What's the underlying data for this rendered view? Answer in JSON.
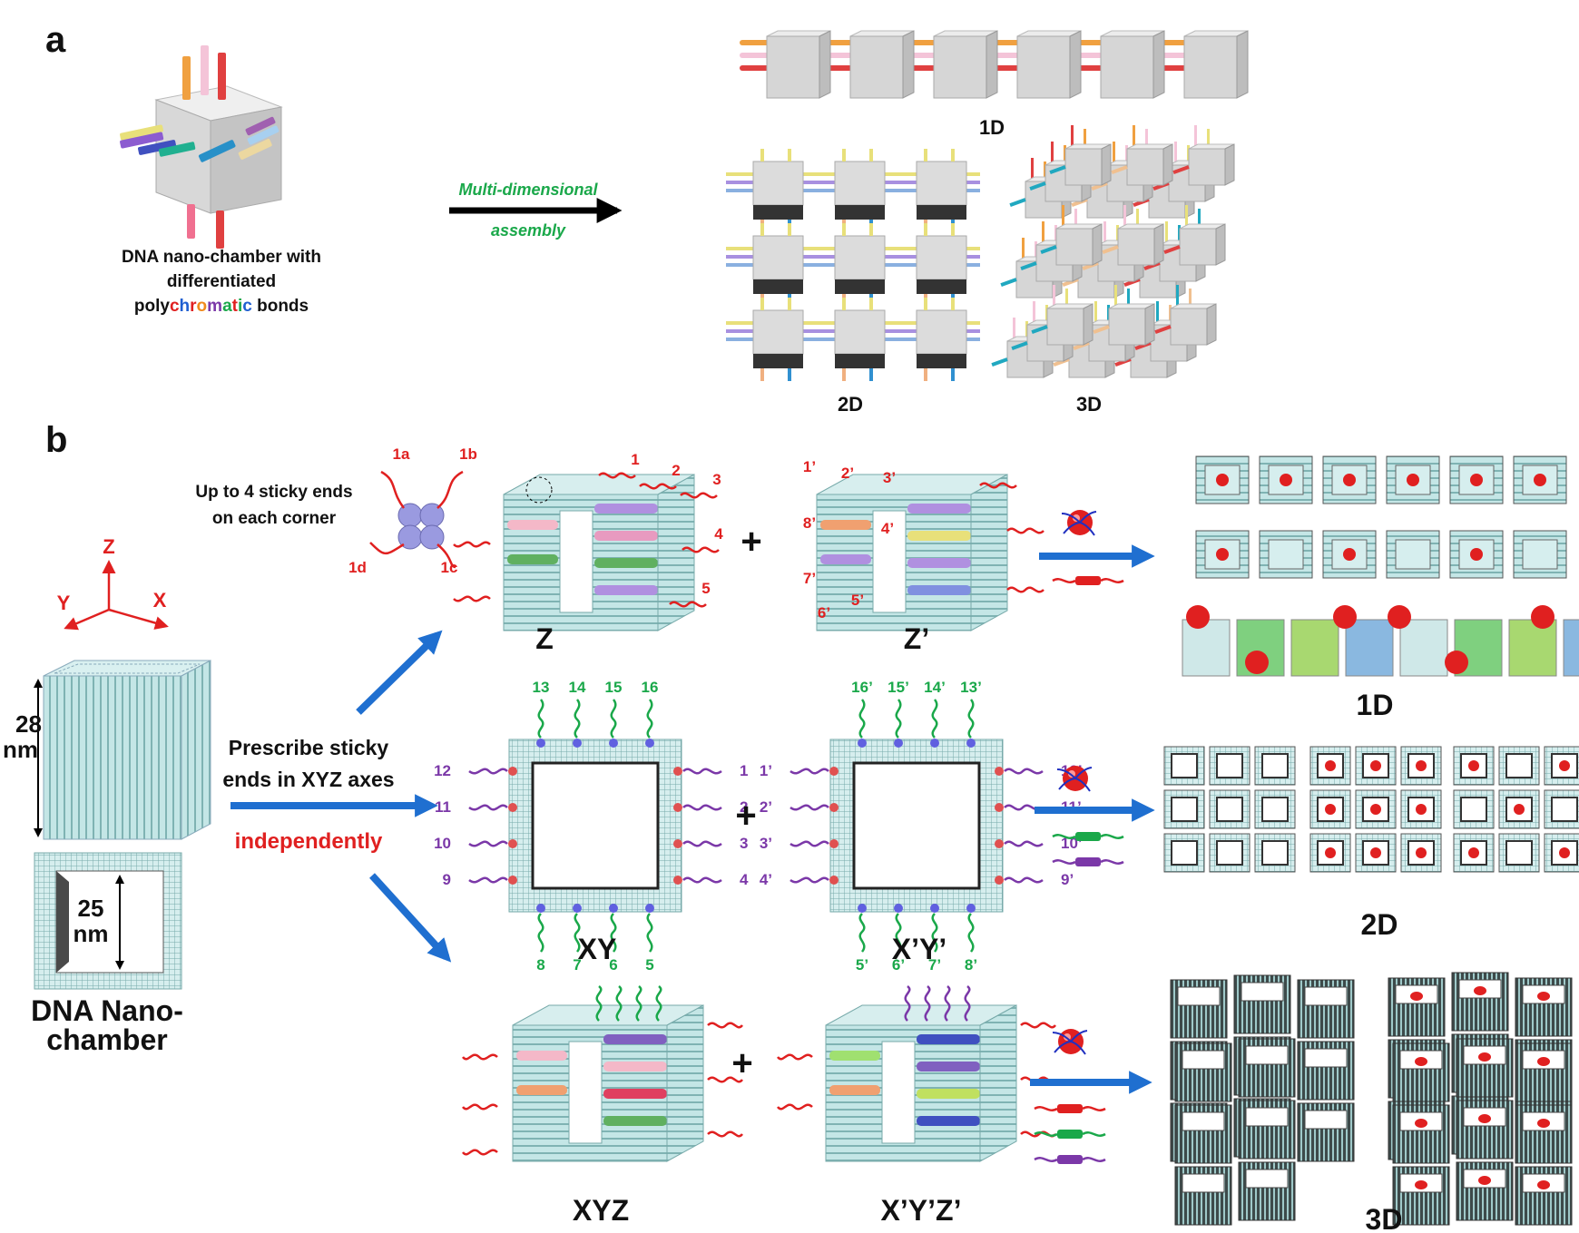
{
  "panels": {
    "a": "a",
    "b": "b"
  },
  "panel_a": {
    "caption_line1": "DNA nano-chamber with",
    "caption_line2": "differentiated",
    "caption_line3_prefix": "poly",
    "caption_chromatic": [
      "c",
      "h",
      "r",
      "o",
      "m",
      "a",
      "t",
      "i",
      "c"
    ],
    "caption_chromatic_colors": [
      "#e02020",
      "#1f5fd1",
      "#e02020",
      "#f08a1c",
      "#7b38a8",
      "#1aa84a",
      "#e02020",
      "#1aa84a",
      "#1f5fd1"
    ],
    "caption_line3_suffix": " bonds",
    "arrow_label_line1": "Multi-dimensional",
    "arrow_label_line2": "assembly",
    "label_1d": "1D",
    "label_2d": "2D",
    "label_3d": "3D"
  },
  "panel_b": {
    "axes": {
      "z": "Z",
      "y": "Y",
      "x": "X"
    },
    "dim_28": "28",
    "dim_25": "25",
    "dim_unit": "nm",
    "chamber_label_line1": "DNA Nano-",
    "chamber_label_line2": "chamber",
    "sticky_caption_line1": "Up to 4 sticky ends",
    "sticky_caption_line2": "on each corner",
    "corner_labels": [
      "1a",
      "1b",
      "1c",
      "1d"
    ],
    "prescribe_line1": "Prescribe sticky",
    "prescribe_line2": "ends in XYZ axes",
    "independently": "independently",
    "plus": "+",
    "z_labels": [
      "1",
      "2",
      "3",
      "4",
      "5"
    ],
    "zp_labels": [
      "1’",
      "2’",
      "3’",
      "4’",
      "5’",
      "6’",
      "7’",
      "8’"
    ],
    "xy_top": [
      "13",
      "14",
      "15",
      "16"
    ],
    "xy_left": [
      "12",
      "11",
      "10",
      "9"
    ],
    "xy_right": [
      "1",
      "2",
      "3",
      "4"
    ],
    "xy_bottom": [
      "8",
      "7",
      "6",
      "5"
    ],
    "xpyp_top": [
      "16’",
      "15’",
      "14’",
      "13’"
    ],
    "xpyp_left": [
      "1’",
      "2’",
      "3’",
      "4’"
    ],
    "xpyp_right": [
      "12’",
      "11’",
      "10’",
      "9’"
    ],
    "xpyp_bottom": [
      "5’",
      "6’",
      "7’",
      "8’"
    ],
    "row_labels": {
      "z": "Z",
      "zp": "Z’",
      "xy": "XY",
      "xpyp": "X’Y’",
      "xyz": "XYZ",
      "xpypzp": "X’Y’Z’"
    },
    "result_1d": "1D",
    "result_2d": "2D",
    "result_3d": "3D"
  },
  "colors": {
    "cyan": "#b4dede",
    "red": "#e02020",
    "green": "#1aa84a",
    "purple": "#7b38a8",
    "blue_arrow": "#1f6fd0",
    "grey_cube": "#d8d8d8"
  }
}
